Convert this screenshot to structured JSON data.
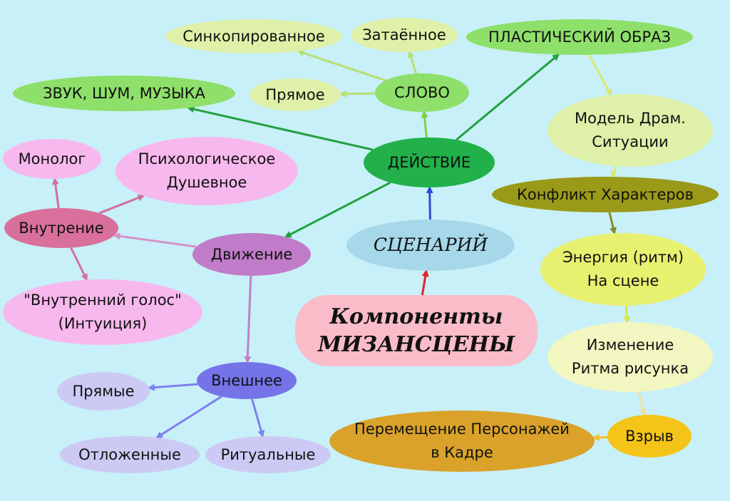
{
  "nodes": {
    "sinkopirovannoe": {
      "label": "Синкопированное",
      "color": "#dff0a8"
    },
    "zatayonnoe": {
      "label": "Затаённое",
      "color": "#dff0a8"
    },
    "plasticheskiy": {
      "label": "ПЛАСТИЧЕСКИЙ ОБРАЗ",
      "color": "#8ee06a"
    },
    "zvuk": {
      "label": "ЗВУК, ШУМ, МУЗЫКА",
      "color": "#8ee06a"
    },
    "pryamoe": {
      "label": "Прямое",
      "color": "#dff0a8"
    },
    "slovo": {
      "label": "СЛОВО",
      "color": "#8ee06a"
    },
    "model": {
      "label": "Модель Драм.\nСитуации",
      "color": "#dff0a8"
    },
    "monolog": {
      "label": "Монолог",
      "color": "#f7b8ee"
    },
    "psiho": {
      "label": "Психологическое\nДушевное",
      "color": "#f7b8ee"
    },
    "deystvie": {
      "label": "ДЕЙСТВИЕ",
      "color": "#22b04a"
    },
    "konflikt": {
      "label": "Конфликт Характеров",
      "color": "#9a9a18"
    },
    "vnutrenie": {
      "label": "Внутрение",
      "color": "#d9709c"
    },
    "dvizhenie": {
      "label": "Движение",
      "color": "#c07cc8"
    },
    "scenariy": {
      "label": "СЦЕНАРИЙ",
      "color": "#a6d8ea"
    },
    "energiya": {
      "label": "Энергия (ритм)\nНа сцене",
      "color": "#e8f070"
    },
    "golos": {
      "label": "\"Внутренний голос\"\n(Интуиция)",
      "color": "#f7b8ee"
    },
    "komponenty": {
      "label": "Компоненты\nМИЗАНСЦЕНЫ",
      "color": "#f9bcc8"
    },
    "izmenenie": {
      "label": "Изменение\nРитма рисунка",
      "color": "#f2f6c0"
    },
    "vneshnee": {
      "label": "Внешнее",
      "color": "#7474e8"
    },
    "pryamye": {
      "label": "Прямые",
      "color": "#cccaf4"
    },
    "peremeschenie": {
      "label": "Перемещение Персонажей\nв Кадре",
      "color": "#daa22a"
    },
    "vzryv": {
      "label": "Взрыв",
      "color": "#f4c418"
    },
    "otlozhennye": {
      "label": "Отложенные",
      "color": "#cccaf4"
    },
    "ritualnye": {
      "label": "Ритуальные",
      "color": "#cccaf4"
    }
  },
  "edges": [
    {
      "from": "komponenty",
      "to": "scenariy",
      "color": "#e82020"
    },
    {
      "from": "scenariy",
      "to": "deystvie",
      "color": "#2a4ad0"
    },
    {
      "from": "deystvie",
      "to": "slovo",
      "color": "#7cd040"
    },
    {
      "from": "deystvie",
      "to": "zvuk",
      "color": "#22a040"
    },
    {
      "from": "deystvie",
      "to": "plasticheskiy",
      "color": "#22a040"
    },
    {
      "from": "deystvie",
      "to": "dvizhenie",
      "color": "#22a040"
    },
    {
      "from": "slovo",
      "to": "pryamoe",
      "color": "#b8e070"
    },
    {
      "from": "slovo",
      "to": "zatayonnoe",
      "color": "#b8e070"
    },
    {
      "from": "slovo",
      "to": "sinkopirovannoe",
      "color": "#b8e070"
    },
    {
      "from": "plasticheskiy",
      "to": "model",
      "color": "#d8e870"
    },
    {
      "from": "model",
      "to": "konflikt",
      "color": "#d8e870"
    },
    {
      "from": "konflikt",
      "to": "energiya",
      "color": "#8a8a20"
    },
    {
      "from": "energiya",
      "to": "izmenenie",
      "color": "#d8e840"
    },
    {
      "from": "izmenenie",
      "to": "vzryv",
      "color": "#f0e0a0"
    },
    {
      "from": "vzryv",
      "to": "peremeschenie",
      "color": "#f0c030"
    },
    {
      "from": "dvizhenie",
      "to": "vnutrenie",
      "color": "#d890c8"
    },
    {
      "from": "dvizhenie",
      "to": "vneshnee",
      "color": "#c080c8"
    },
    {
      "from": "vnutrenie",
      "to": "monolog",
      "color": "#d070a0"
    },
    {
      "from": "vnutrenie",
      "to": "psiho",
      "color": "#d070a0"
    },
    {
      "from": "vnutrenie",
      "to": "golos",
      "color": "#d070a0"
    },
    {
      "from": "vneshnee",
      "to": "pryamye",
      "color": "#8080f0"
    },
    {
      "from": "vneshnee",
      "to": "otlozhennye",
      "color": "#8080f0"
    },
    {
      "from": "vneshnee",
      "to": "ritualnye",
      "color": "#8080f0"
    }
  ]
}
